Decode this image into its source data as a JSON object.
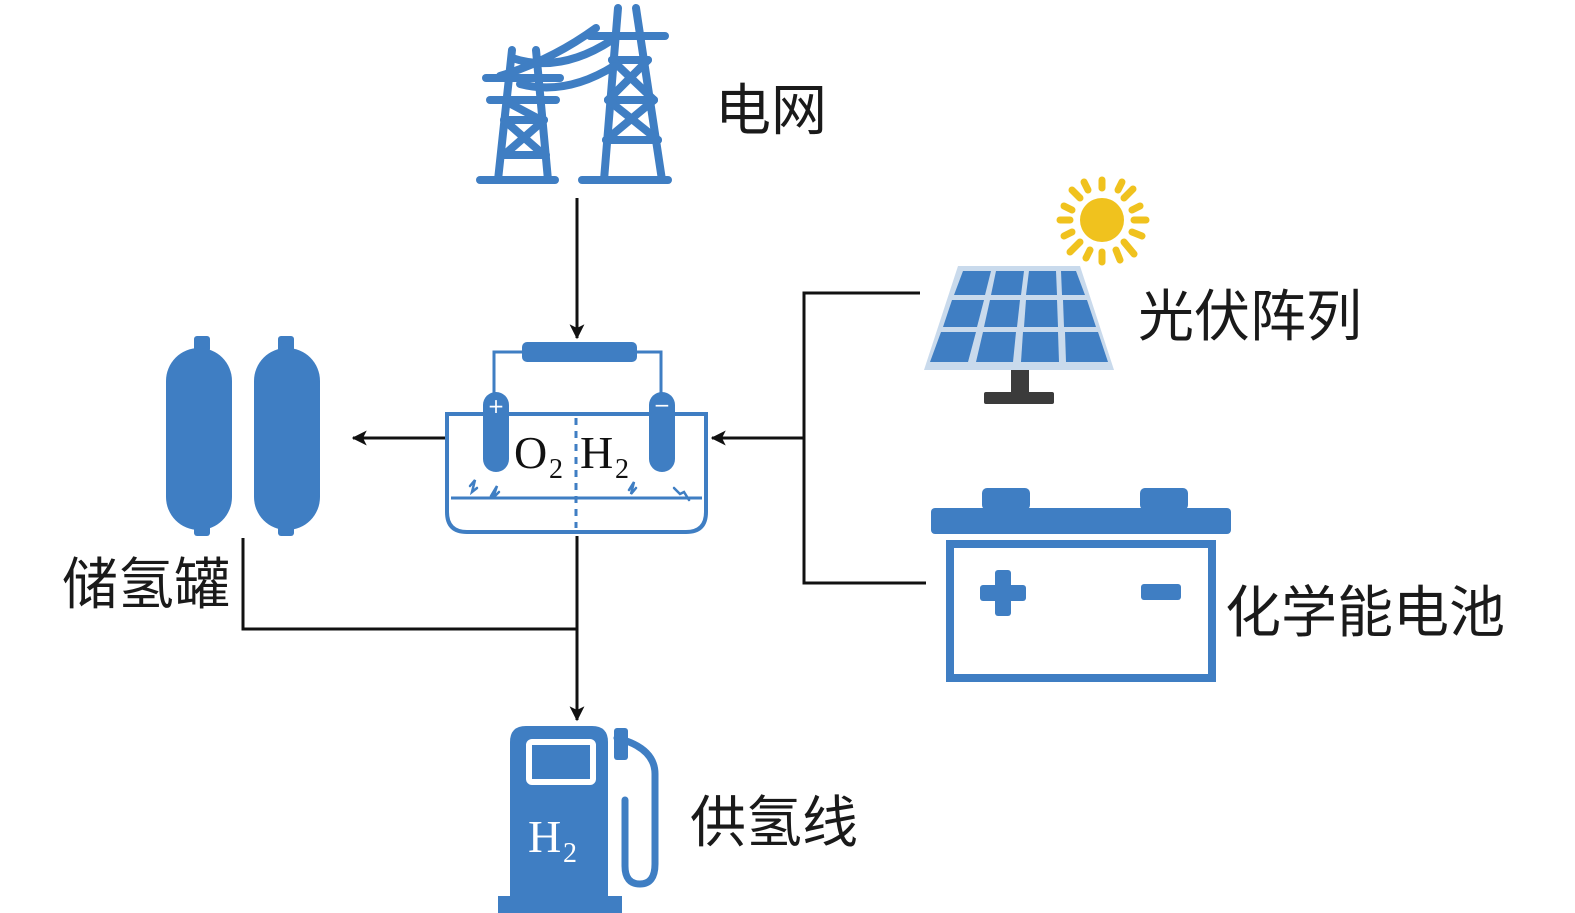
{
  "labels": {
    "grid": "电网",
    "pv_array": "光伏阵列",
    "chemical_battery": "化学能电池",
    "hydrogen_tank": "储氢罐",
    "hydrogen_supply": "供氢线"
  },
  "electrolyzer": {
    "anode_sign": "+",
    "cathode_sign": "−",
    "oxygen_symbol": "O",
    "hydrogen_symbol": "H",
    "subscript": "2"
  },
  "dispenser": {
    "symbol": "H",
    "subscript": "2"
  },
  "colors": {
    "icon_blue": "#3f7ec3",
    "dark_gray": "#3b3b3b",
    "sun_yellow": "#f0c21e",
    "line_black": "#111111"
  },
  "icons": {
    "grid": "transmission-tower-icon",
    "pv": "solar-panel-icon",
    "sun": "sun-icon",
    "battery": "battery-icon",
    "tank": "gas-cylinder-icon",
    "dispenser": "fuel-pump-icon",
    "electrolyzer": "electrolyzer-icon"
  }
}
